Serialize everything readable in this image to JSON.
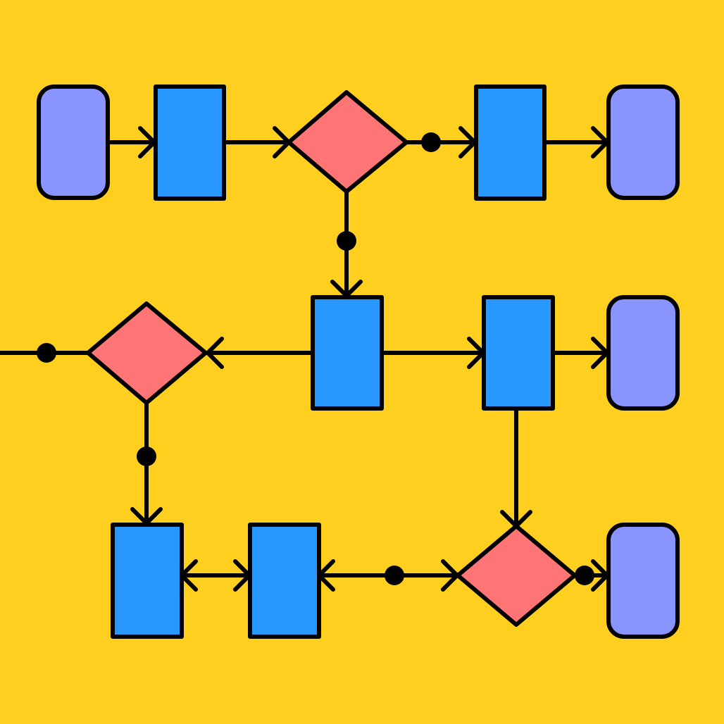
{
  "colors": {
    "background": "#FFCF20",
    "terminator": "#8A94FF",
    "process": "#2898FF",
    "decision": "#FF7575",
    "stroke": "#000000"
  },
  "diagram": {
    "type": "flowchart",
    "labels_visible": false,
    "shapes": [
      {
        "id": "start-top",
        "kind": "terminator"
      },
      {
        "id": "process-top-1",
        "kind": "process"
      },
      {
        "id": "decision-top",
        "kind": "decision"
      },
      {
        "id": "process-top-2",
        "kind": "process"
      },
      {
        "id": "end-top",
        "kind": "terminator"
      },
      {
        "id": "decision-mid",
        "kind": "decision"
      },
      {
        "id": "process-mid-1",
        "kind": "process"
      },
      {
        "id": "process-mid-2",
        "kind": "process"
      },
      {
        "id": "end-mid",
        "kind": "terminator"
      },
      {
        "id": "process-bottom-1",
        "kind": "process"
      },
      {
        "id": "process-bottom-2",
        "kind": "process"
      },
      {
        "id": "decision-bottom",
        "kind": "decision"
      },
      {
        "id": "end-bottom",
        "kind": "terminator"
      }
    ],
    "connections": [
      {
        "from": "start-top",
        "to": "process-top-1"
      },
      {
        "from": "process-top-1",
        "to": "decision-top"
      },
      {
        "from": "decision-top",
        "to": "process-top-2"
      },
      {
        "from": "process-top-2",
        "to": "end-top"
      },
      {
        "from": "decision-top",
        "to": "process-mid-1"
      },
      {
        "from": "process-mid-1",
        "to": "decision-mid"
      },
      {
        "from": "process-mid-1",
        "to": "process-mid-2"
      },
      {
        "from": "process-mid-2",
        "to": "end-mid"
      },
      {
        "from": "process-mid-2",
        "to": "decision-bottom"
      },
      {
        "from": "decision-mid",
        "to": "process-bottom-1"
      },
      {
        "from": "decision-bottom",
        "to": "process-bottom-2"
      },
      {
        "from": "process-bottom-2",
        "to": "process-bottom-1"
      },
      {
        "from": "process-bottom-1",
        "to": "process-bottom-2"
      },
      {
        "from": "decision-bottom",
        "to": "end-bottom"
      }
    ]
  }
}
